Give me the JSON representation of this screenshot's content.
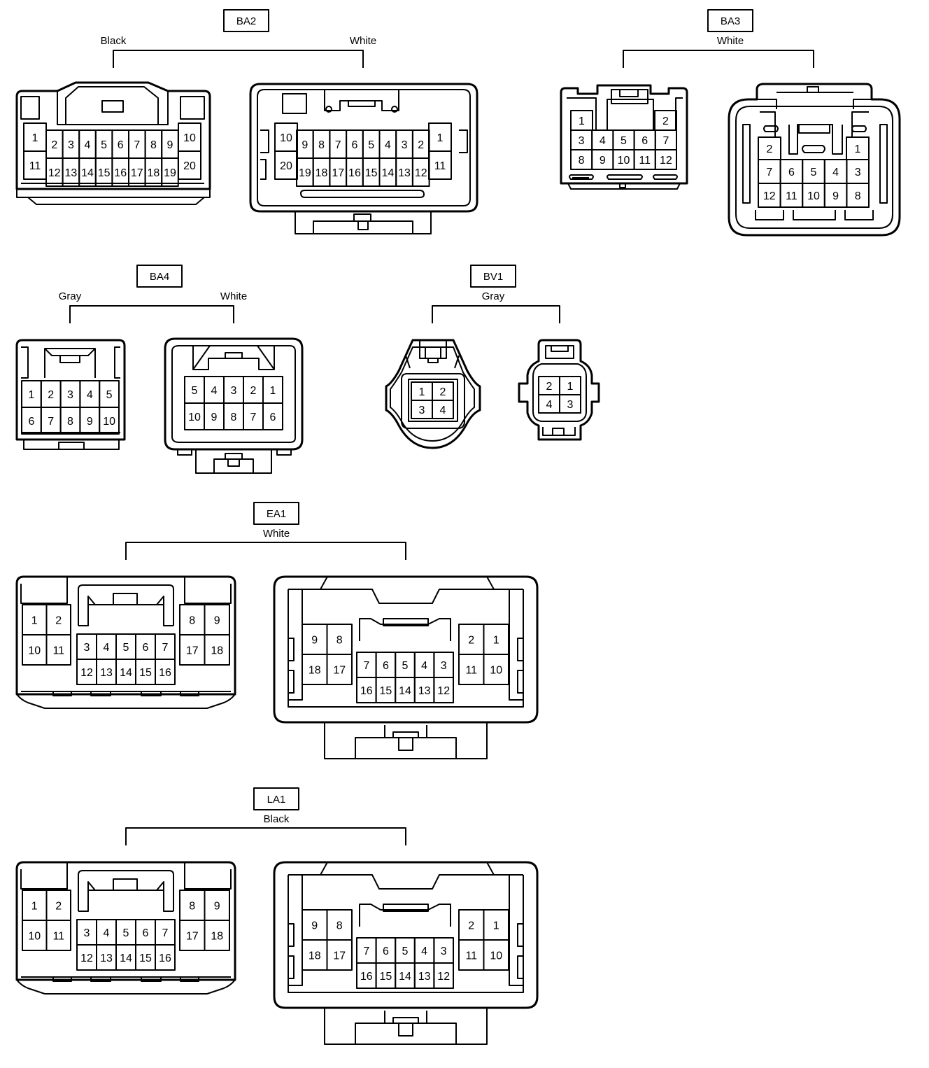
{
  "connectors": {
    "ba2": {
      "id": "BA2",
      "left_color": "Black",
      "right_color": "White",
      "left_pins": {
        "end_top_left": "1",
        "end_bot_left": "11",
        "top_mid": [
          "2",
          "3",
          "4",
          "5",
          "6",
          "7",
          "8",
          "9"
        ],
        "bot_mid": [
          "12",
          "13",
          "14",
          "15",
          "16",
          "17",
          "18",
          "19"
        ],
        "end_top_right": "10",
        "end_bot_right": "20"
      },
      "right_pins": {
        "end_top_left": "10",
        "end_bot_left": "20",
        "top_mid": [
          "9",
          "8",
          "7",
          "6",
          "5",
          "4",
          "3",
          "2"
        ],
        "bot_mid": [
          "19",
          "18",
          "17",
          "16",
          "15",
          "14",
          "13",
          "12"
        ],
        "end_top_right": "1",
        "end_bot_right": "11"
      }
    },
    "ba3": {
      "id": "BA3",
      "color": "White",
      "left_pins": {
        "top_left": "1",
        "top_right": "2",
        "row2": [
          "3",
          "4",
          "5",
          "6",
          "7"
        ],
        "row3": [
          "8",
          "9",
          "10",
          "11",
          "12"
        ]
      },
      "right_pins": {
        "top_left": "2",
        "top_right": "1",
        "row2": [
          "7",
          "6",
          "5",
          "4",
          "3"
        ],
        "row3": [
          "12",
          "11",
          "10",
          "9",
          "8"
        ]
      }
    },
    "ba4": {
      "id": "BA4",
      "left_color": "Gray",
      "right_color": "White",
      "left_pins": {
        "row1": [
          "1",
          "2",
          "3",
          "4",
          "5"
        ],
        "row2": [
          "6",
          "7",
          "8",
          "9",
          "10"
        ]
      },
      "right_pins": {
        "row1": [
          "5",
          "4",
          "3",
          "2",
          "1"
        ],
        "row2": [
          "10",
          "9",
          "8",
          "7",
          "6"
        ]
      }
    },
    "bv1": {
      "id": "BV1",
      "color": "Gray",
      "left_pins": {
        "row1": [
          "1",
          "2"
        ],
        "row2": [
          "3",
          "4"
        ]
      },
      "right_pins": {
        "row1": [
          "2",
          "1"
        ],
        "row2": [
          "4",
          "3"
        ]
      }
    },
    "ea1": {
      "id": "EA1",
      "color": "White",
      "left_pins": {
        "side_a_row1": [
          "1",
          "2"
        ],
        "side_a_row2": [
          "10",
          "11"
        ],
        "mid_row1": [
          "3",
          "4",
          "5",
          "6",
          "7"
        ],
        "mid_row2": [
          "12",
          "13",
          "14",
          "15",
          "16"
        ],
        "side_b_row1": [
          "8",
          "9"
        ],
        "side_b_row2": [
          "17",
          "18"
        ]
      },
      "right_pins": {
        "side_a_row1": [
          "9",
          "8"
        ],
        "side_a_row2": [
          "18",
          "17"
        ],
        "mid_row1": [
          "7",
          "6",
          "5",
          "4",
          "3"
        ],
        "mid_row2": [
          "16",
          "15",
          "14",
          "13",
          "12"
        ],
        "side_b_row1": [
          "2",
          "1"
        ],
        "side_b_row2": [
          "11",
          "10"
        ]
      }
    },
    "la1": {
      "id": "LA1",
      "color": "Black",
      "left_pins": {
        "side_a_row1": [
          "1",
          "2"
        ],
        "side_a_row2": [
          "10",
          "11"
        ],
        "mid_row1": [
          "3",
          "4",
          "5",
          "6",
          "7"
        ],
        "mid_row2": [
          "12",
          "13",
          "14",
          "15",
          "16"
        ],
        "side_b_row1": [
          "8",
          "9"
        ],
        "side_b_row2": [
          "17",
          "18"
        ]
      },
      "right_pins": {
        "side_a_row1": [
          "9",
          "8"
        ],
        "side_a_row2": [
          "18",
          "17"
        ],
        "mid_row1": [
          "7",
          "6",
          "5",
          "4",
          "3"
        ],
        "mid_row2": [
          "16",
          "15",
          "14",
          "13",
          "12"
        ],
        "side_b_row1": [
          "2",
          "1"
        ],
        "side_b_row2": [
          "11",
          "10"
        ]
      }
    }
  }
}
